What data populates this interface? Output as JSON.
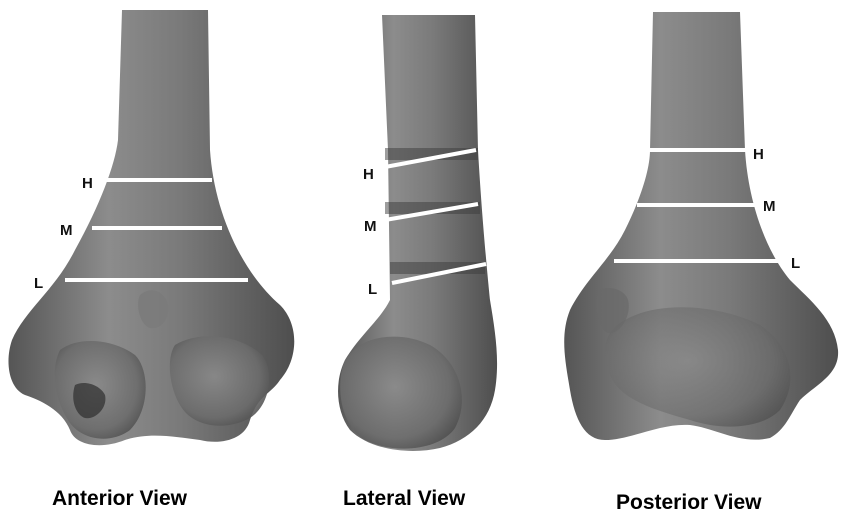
{
  "views": [
    {
      "id": "anterior",
      "caption": "Anterior View",
      "levels": [
        "H",
        "M",
        "L"
      ]
    },
    {
      "id": "lateral",
      "caption": "Lateral View",
      "levels": [
        "H",
        "M",
        "L"
      ]
    },
    {
      "id": "posterior",
      "caption": "Posterior View",
      "levels": [
        "H",
        "M",
        "L"
      ]
    }
  ],
  "colors": {
    "bone_light": "#8a8a8a",
    "bone_mid": "#6e6e6e",
    "bone_dark": "#4a4a4a",
    "cut_line": "#ffffff",
    "background": "#ffffff"
  }
}
